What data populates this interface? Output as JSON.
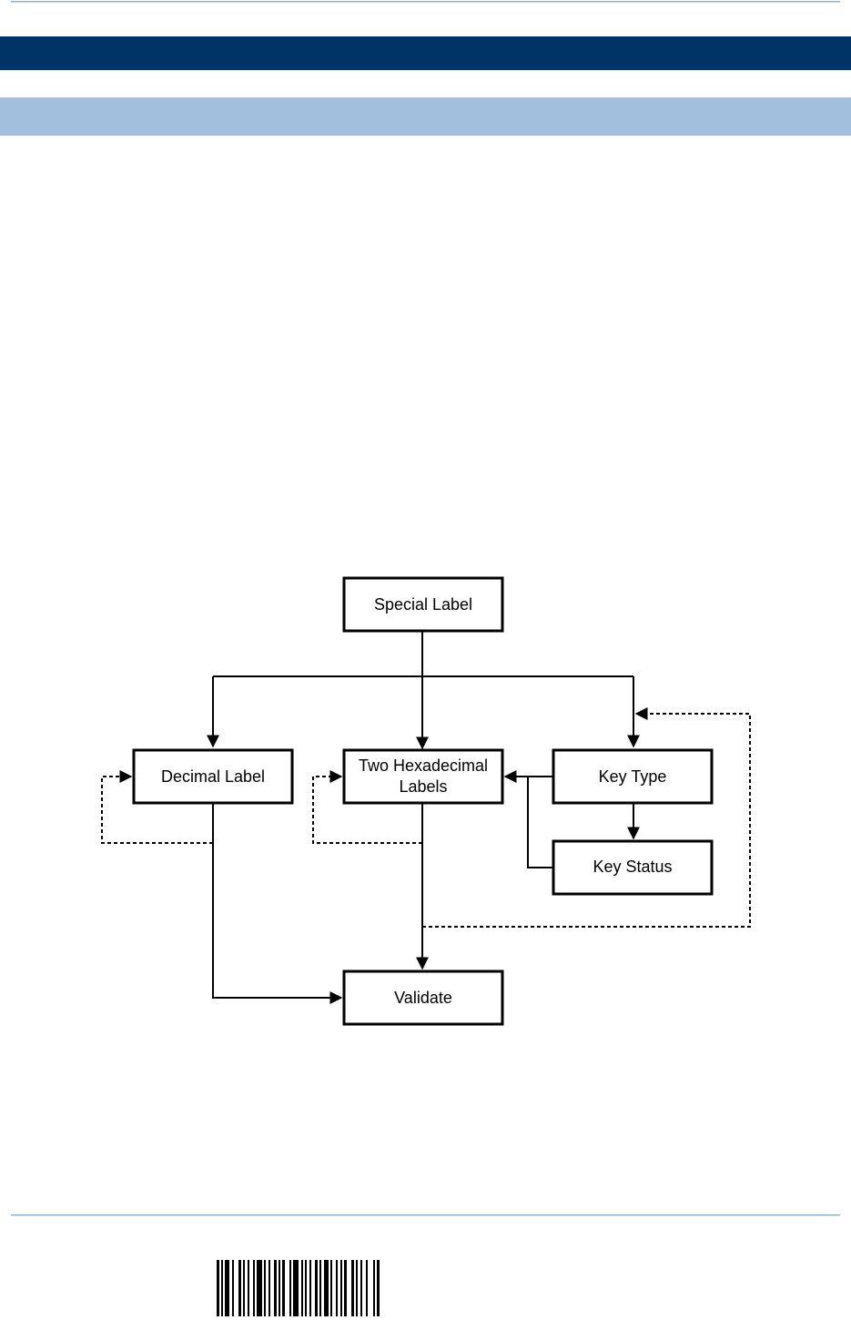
{
  "diagram": {
    "nodes": {
      "special_label": "Special Label",
      "decimal_label": "Decimal Label",
      "two_hex_line1": "Two Hexadecimal",
      "two_hex_line2": "Labels",
      "key_type": "Key Type",
      "key_status": "Key Status",
      "validate": "Validate"
    },
    "edges": [
      {
        "from": "Special Label",
        "to": "Decimal Label",
        "style": "solid"
      },
      {
        "from": "Special Label",
        "to": "Two Hexadecimal Labels",
        "style": "solid"
      },
      {
        "from": "Special Label",
        "to": "Key Type",
        "style": "solid"
      },
      {
        "from": "Key Type",
        "to": "Two Hexadecimal Labels",
        "style": "solid"
      },
      {
        "from": "Key Status",
        "to": "Two Hexadecimal Labels",
        "style": "solid"
      },
      {
        "from": "Key Type",
        "to": "Key Status",
        "style": "solid"
      },
      {
        "from": "Decimal Label",
        "to": "Decimal Label",
        "style": "dashed"
      },
      {
        "from": "Two Hexadecimal Labels",
        "to": "Two Hexadecimal Labels",
        "style": "dashed"
      },
      {
        "from": "Two Hexadecimal Labels",
        "to": "Key Type",
        "style": "dashed"
      },
      {
        "from": "Decimal Label",
        "to": "Validate",
        "style": "solid"
      },
      {
        "from": "Two Hexadecimal Labels",
        "to": "Validate",
        "style": "solid"
      }
    ]
  },
  "colors": {
    "header_band_dark": "#003366",
    "header_band_light": "#a2bfdd",
    "rule_line": "#8fb0d4"
  },
  "barcode": {
    "description_icon": "barcode-icon"
  }
}
